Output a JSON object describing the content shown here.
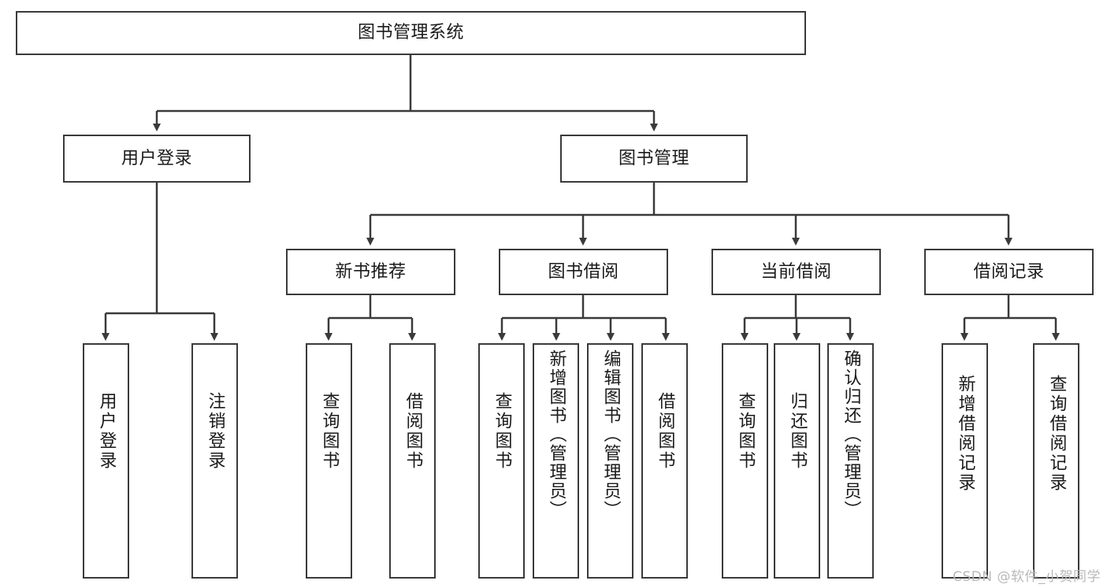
{
  "diagram": {
    "type": "hierarchy-tree",
    "title": "图书管理系统",
    "colors": {
      "box_border": "#3a3a3a",
      "box_fill": "#ffffff",
      "edge": "#3a3a3a",
      "text": "#1a1a1a",
      "watermark": "#b9b9b9"
    },
    "root": {
      "label": "图书管理系统"
    },
    "level2": [
      {
        "key": "user-login",
        "label": "用户登录"
      },
      {
        "key": "book-management",
        "label": "图书管理"
      }
    ],
    "level3": [
      {
        "key": "new-book-recommend",
        "label": "新书推荐"
      },
      {
        "key": "book-borrow",
        "label": "图书借阅"
      },
      {
        "key": "current-borrow",
        "label": "当前借阅"
      },
      {
        "key": "borrow-record",
        "label": "借阅记录"
      }
    ],
    "leaves": [
      {
        "key": "leaf-user-login",
        "label": "用户登录",
        "parent": "user-login"
      },
      {
        "key": "leaf-user-logout",
        "label": "注销登录",
        "parent": "user-login"
      },
      {
        "key": "leaf-query-book-1",
        "label": "查询图书",
        "parent": "new-book-recommend"
      },
      {
        "key": "leaf-borrow-book-1",
        "label": "借阅图书",
        "parent": "new-book-recommend"
      },
      {
        "key": "leaf-query-book-2",
        "label": "查询图书",
        "parent": "book-borrow"
      },
      {
        "key": "leaf-add-book",
        "label": "新增图书（管理员）",
        "parent": "book-borrow"
      },
      {
        "key": "leaf-edit-book",
        "label": "编辑图书（管理员）",
        "parent": "book-borrow"
      },
      {
        "key": "leaf-borrow-book-2",
        "label": "借阅图书",
        "parent": "book-borrow"
      },
      {
        "key": "leaf-query-book-3",
        "label": "查询图书",
        "parent": "current-borrow"
      },
      {
        "key": "leaf-return-book",
        "label": "归还图书",
        "parent": "current-borrow"
      },
      {
        "key": "leaf-confirm-return",
        "label": "确认归还（管理员）",
        "parent": "current-borrow"
      },
      {
        "key": "leaf-add-record",
        "label": "新增借阅记录",
        "parent": "borrow-record"
      },
      {
        "key": "leaf-query-record",
        "label": "查询借阅记录",
        "parent": "borrow-record"
      }
    ]
  },
  "watermark": {
    "text": "CSDN @软件_小贺同学"
  }
}
